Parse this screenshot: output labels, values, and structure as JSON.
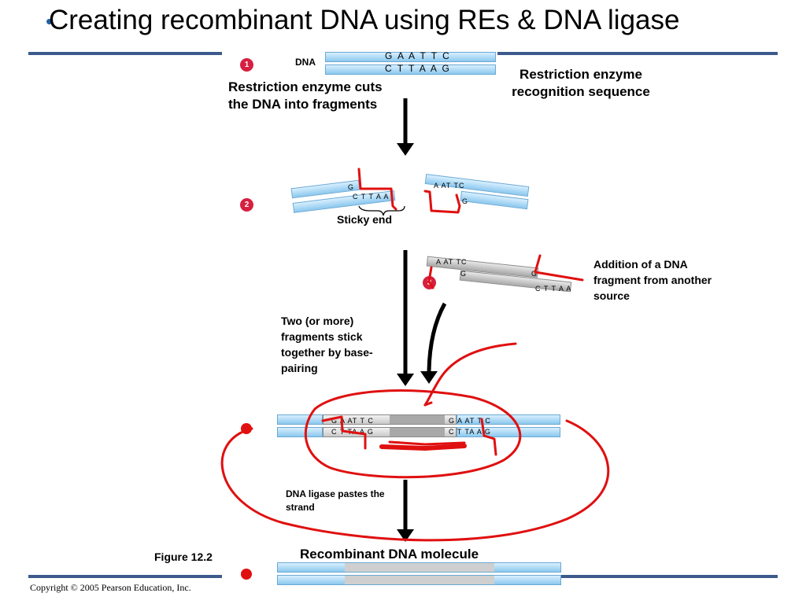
{
  "slide": {
    "bullet": "•",
    "title": "Creating recombinant DNA using REs & DNA ligase",
    "copyright": "Copyright © 2005 Pearson Education, Inc.",
    "figure_label": "Figure 12.2"
  },
  "step1": {
    "number": "1",
    "dna_label": "DNA",
    "top_seq": "G A A T T C",
    "bottom_seq": "C T T A A G",
    "cut_text": "Restriction enzyme cuts the DNA into fragments",
    "recognition_text": "Restriction enzyme recognition sequence"
  },
  "step2": {
    "number": "2",
    "left_top": "G",
    "left_bottom": "C T T A A",
    "right_top": "A AT TC",
    "right_bottom": "G",
    "sticky_label": "Sticky end"
  },
  "step3": {
    "number": "3",
    "top_seq": "A AT TC",
    "g_left": "G",
    "g_right": "G",
    "bottom_seq": "C T T A A",
    "addition_text": "Addition of a DNA fragment from another source",
    "stick_text": "Two (or more) fragments stick together by base-pairing"
  },
  "step4": {
    "left_top": "G A AT T C",
    "left_bottom": "C T TA A G",
    "right_top": "G A AT T C",
    "right_bottom": "C T TA A G",
    "ligase_text": "DNA ligase pastes the strand"
  },
  "step5": {
    "recombinant_label": "Recombinant DNA molecule"
  },
  "colors": {
    "rule": "#3c5a8c",
    "strand_blue": "#8cc8ee",
    "strand_gray": "#a9a9a9",
    "step_badge": "#d62040",
    "annotation_red": "#e01010"
  }
}
